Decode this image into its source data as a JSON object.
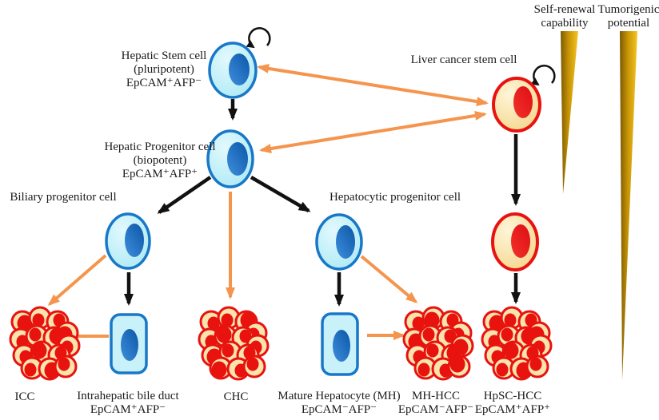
{
  "nodes": {
    "hepatic_stem_cell": {
      "label": "Hepatic Stem cell\n(pluripotent)\nEpCAM⁺AFP⁻"
    },
    "liver_cancer_stem_cell": {
      "label": "Liver cancer stem cell"
    },
    "hepatic_progenitor_cell": {
      "label": "Hepatic Progenitor cell\n(biopotent)\nEpCAM⁺AFP⁺"
    },
    "biliary_progenitor_cell": {
      "label": "Biliary progenitor cell"
    },
    "hepatocytic_progenitor_cell": {
      "label": "Hepatocytic progenitor cell"
    },
    "icc": {
      "label": "ICC"
    },
    "intrahepatic_bile_duct": {
      "label": "Intrahepatic bile duct\nEpCAM⁺AFP⁻"
    },
    "chc": {
      "label": "CHC"
    },
    "mature_hepatocyte": {
      "label": "Mature Hepatocyte (MH)\nEpCAM⁻AFP⁻"
    },
    "mh_hcc": {
      "label": "MH-HCC\nEpCAM⁻AFP⁻"
    },
    "hpsc_hcc": {
      "label": "HpSC-HCC\nEpCAM⁺AFP⁺"
    }
  },
  "axes": {
    "self_renewal": {
      "label": "Self-renewal\ncapability"
    },
    "tumorigenic": {
      "label": "Tumorigenic\npotential"
    }
  },
  "connections": [
    {
      "from": "hepatic_stem_cell",
      "to": "hepatic_stem_cell",
      "style": "black-loop",
      "meaning": "self-renewal"
    },
    {
      "from": "liver_cancer_stem_cell",
      "to": "liver_cancer_stem_cell",
      "style": "black-loop",
      "meaning": "self-renewal"
    },
    {
      "from": "hepatic_stem_cell",
      "to": "hepatic_progenitor_cell",
      "style": "black-arrow"
    },
    {
      "from": "hepatic_stem_cell",
      "to": "liver_cancer_stem_cell",
      "style": "orange-double-arrow"
    },
    {
      "from": "hepatic_progenitor_cell",
      "to": "liver_cancer_stem_cell",
      "style": "orange-double-arrow"
    },
    {
      "from": "hepatic_progenitor_cell",
      "to": "biliary_progenitor_cell",
      "style": "black-arrow"
    },
    {
      "from": "hepatic_progenitor_cell",
      "to": "chc",
      "style": "orange-arrow"
    },
    {
      "from": "hepatic_progenitor_cell",
      "to": "hepatocytic_progenitor_cell",
      "style": "black-arrow"
    },
    {
      "from": "biliary_progenitor_cell",
      "to": "icc",
      "style": "orange-arrow"
    },
    {
      "from": "biliary_progenitor_cell",
      "to": "intrahepatic_bile_duct",
      "style": "black-arrow"
    },
    {
      "from": "intrahepatic_bile_duct",
      "to": "icc",
      "style": "orange-arrow"
    },
    {
      "from": "hepatocytic_progenitor_cell",
      "to": "mature_hepatocyte",
      "style": "black-arrow"
    },
    {
      "from": "hepatocytic_progenitor_cell",
      "to": "mh_hcc",
      "style": "orange-arrow"
    },
    {
      "from": "mature_hepatocyte",
      "to": "mh_hcc",
      "style": "orange-arrow"
    },
    {
      "from": "liver_cancer_stem_cell",
      "to": "cancer_progenitor_cell",
      "style": "black-arrow"
    },
    {
      "from": "cancer_progenitor_cell",
      "to": "hpsc_hcc",
      "style": "black-arrow"
    }
  ],
  "colors": {
    "arrow_black": "#111111",
    "arrow_orange": "#F5954D",
    "cell_blue_fill": "#BCEEF8",
    "cell_blue_border": "#1878C8",
    "cell_blue_nucleus": "#0C55A8",
    "cancer_cream_fill": "#F8E4AC",
    "cancer_red": "#E8120F",
    "gradient_gold_dark": "#7A5A03",
    "gradient_gold_light": "#F4C623"
  }
}
